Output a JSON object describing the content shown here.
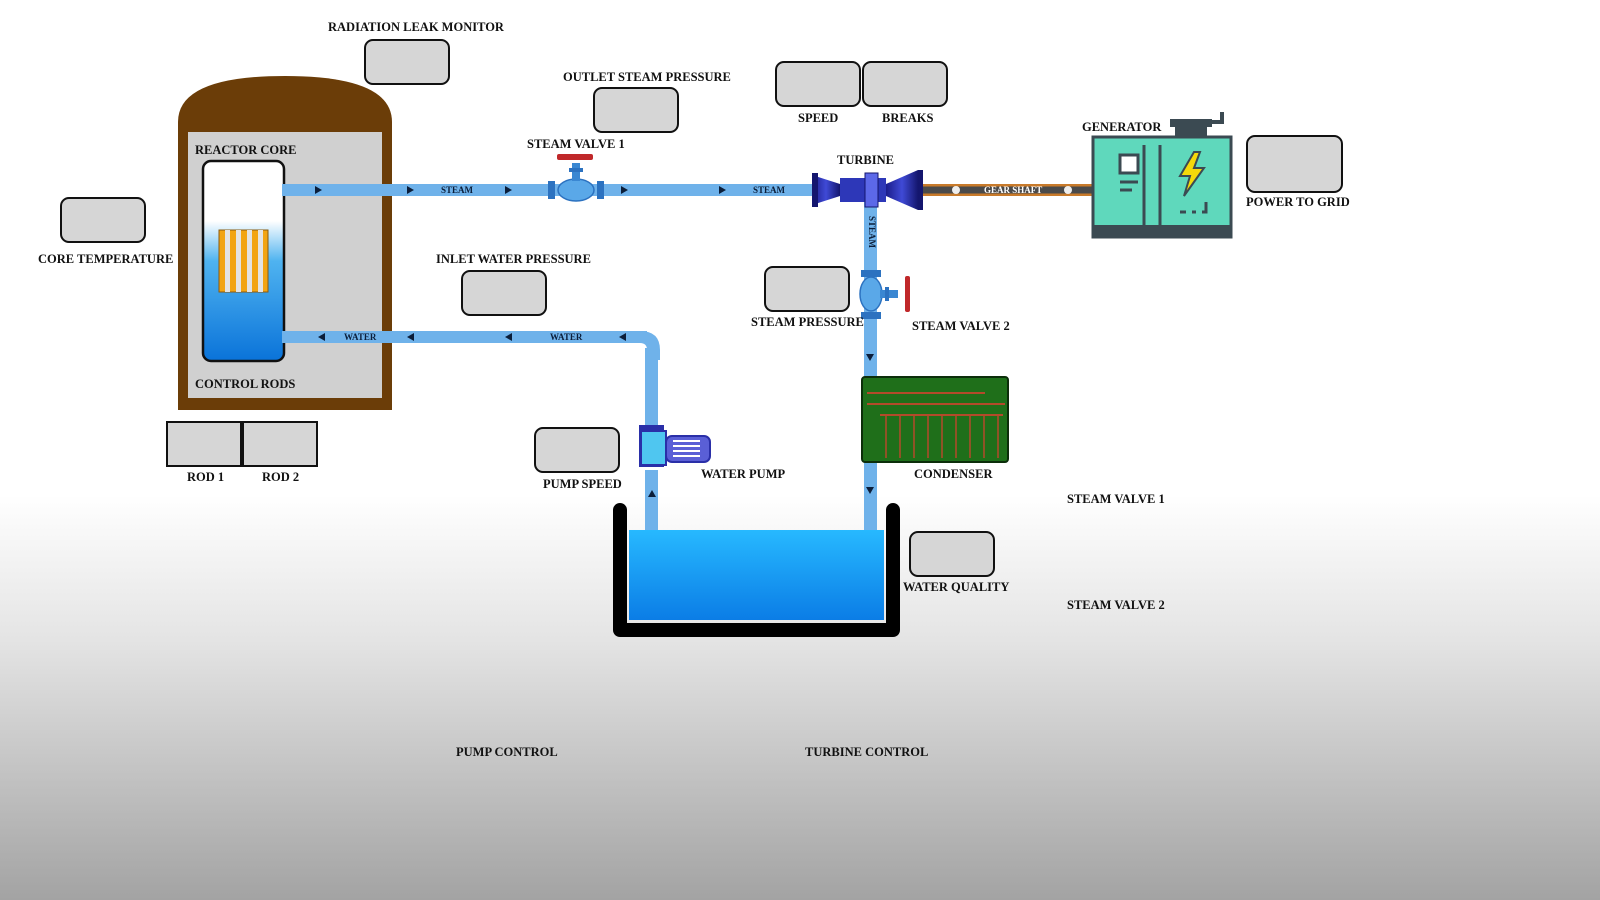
{
  "labels": {
    "radiation_leak_monitor": "RADIATION LEAK MONITOR",
    "outlet_steam_pressure": "OUTLET STEAM PRESSURE",
    "speed": "SPEED",
    "breaks": "BREAKS",
    "steam_valve_1": "STEAM VALVE 1",
    "turbine": "TURBINE",
    "generator": "GENERATOR",
    "power_to_grid": "POWER TO GRID",
    "reactor_core": "REACTOR CORE",
    "core_temperature": "CORE TEMPERATURE",
    "inlet_water_pressure": "INLET WATER PRESSURE",
    "steam_pressure": "STEAM PRESSURE",
    "steam_valve_2": "STEAM VALVE 2",
    "control_rods": "CONTROL RODS",
    "rod_1": "ROD 1",
    "rod_2": "ROD 2",
    "pump_speed": "PUMP SPEED",
    "water_pump": "WATER PUMP",
    "condenser": "CONDENSER",
    "water_quality": "WATER QUALITY",
    "steam_valve_1_control": "STEAM VALVE 1",
    "steam_valve_2_control": "STEAM VALVE 2",
    "pump_control": "PUMP CONTROL",
    "turbine_control": "TURBINE CONTROL"
  },
  "pipes": {
    "steam_top": "STEAM",
    "steam_top_2": "STEAM",
    "steam_vertical": "STEAM",
    "water_return": "WATER",
    "water_return_2": "WATER",
    "gear_shaft": "GEAR SHAFT"
  },
  "icons": [
    "gate-valve-icon",
    "turbine-icon",
    "generator-icon",
    "water-pump-icon",
    "condenser-icon",
    "fuel-rods-icon"
  ],
  "colors": {
    "pipe": "#6fb2ea",
    "water": "#1aa6f5",
    "reactor_shell": "#6b3d08",
    "generator_body": "#5fd8bc",
    "condenser": "#1f6f1a",
    "display_fill": "#d6d6d6"
  }
}
